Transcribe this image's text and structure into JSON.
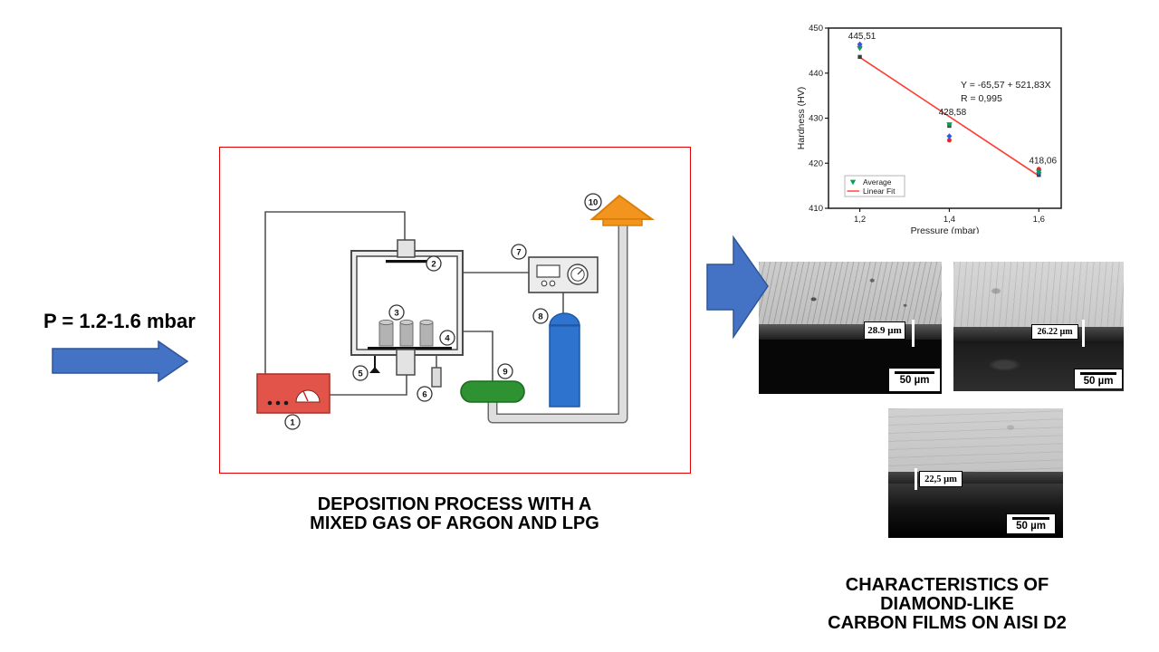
{
  "pressure_label": "P = 1.2-1.6 mbar",
  "diagram": {
    "caption_line1": "DEPOSITION PROCESS WITH A",
    "caption_line2": "MIXED GAS OF ARGON AND LPG",
    "labels": [
      "1",
      "2",
      "3",
      "4",
      "5",
      "6",
      "7",
      "8",
      "9",
      "10"
    ]
  },
  "results_caption": {
    "line1": "CHARACTERISTICS OF DIAMOND-LIKE",
    "line2": "CARBON FILMS ON AISI D2"
  },
  "micrographs": [
    {
      "thickness": "28.9 µm",
      "scale": "50 µm"
    },
    {
      "thickness": "26.22 µm",
      "scale": "50 µm"
    },
    {
      "thickness": "22,5 µm",
      "scale": "50 µm"
    }
  ],
  "colors": {
    "accent_blue_arrow": "#4472c4",
    "diagram_border_red": "#e00000",
    "power_supply_red": "#e25449",
    "gas_cylinder_blue": "#2e74cf",
    "tank_green": "#2e9132",
    "exhaust_orange": "#f2941d",
    "fit_line_red": "#ff3b30",
    "average_green": "#00a150"
  },
  "chart_data": {
    "type": "scatter",
    "title": "",
    "xlabel": "Pressure (mbar)",
    "ylabel": "Hardness (HV)",
    "xlim": [
      1.13,
      1.65
    ],
    "ylim": [
      410,
      450
    ],
    "xticks": [
      1.2,
      1.4,
      1.6
    ],
    "xtick_labels": [
      "1,2",
      "1,4",
      "1,6"
    ],
    "yticks": [
      410,
      420,
      430,
      440,
      450
    ],
    "ytick_labels": [
      "410",
      "420",
      "430",
      "440",
      "450"
    ],
    "grid": false,
    "legend_position": "lower-left",
    "series": [
      {
        "name": "black-squares",
        "marker": "square",
        "color": "#3d3d3d",
        "x": [
          1.2,
          1.4,
          1.6
        ],
        "y": [
          443.6,
          428.3,
          417.4
        ]
      },
      {
        "name": "red-circles",
        "marker": "circle",
        "color": "#e8262d",
        "x": [
          1.2,
          1.4,
          1.6
        ],
        "y": [
          445.8,
          425.1,
          418.7
        ]
      },
      {
        "name": "blue-diamonds",
        "marker": "diamond",
        "color": "#2f5be0",
        "x": [
          1.2,
          1.4,
          1.6
        ],
        "y": [
          446.4,
          426.0,
          417.9
        ]
      },
      {
        "name": "Average",
        "marker": "triangle-down",
        "color": "#00a150",
        "x": [
          1.2,
          1.4,
          1.6
        ],
        "y": [
          445.51,
          428.58,
          418.06
        ]
      }
    ],
    "fit_line": {
      "label": "Linear Fit",
      "color": "#ff3b30",
      "x": [
        1.2,
        1.6
      ],
      "y": [
        443.5,
        417.2
      ]
    },
    "point_labels": [
      {
        "text": "445,51",
        "x": 1.205,
        "y": 447.6
      },
      {
        "text": "428,58",
        "x": 1.407,
        "y": 430.7
      },
      {
        "text": "418,06",
        "x": 1.609,
        "y": 420.0
      }
    ],
    "annotations": [
      "Y = -65,57 + 521,83X",
      "R = 0,995"
    ],
    "legend": [
      {
        "label": "Average",
        "marker": "triangle-down",
        "color": "#00a150"
      },
      {
        "label": "Linear Fit",
        "marker": "line",
        "color": "#ff3b30"
      }
    ]
  }
}
